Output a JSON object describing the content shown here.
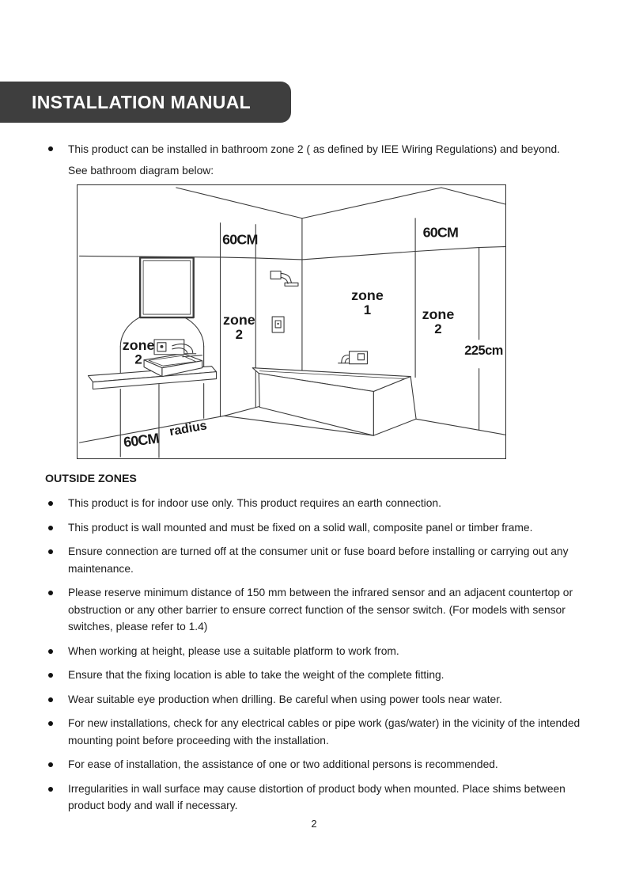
{
  "header": {
    "title": "INSTALLATION MANUAL"
  },
  "intro": {
    "bullets": [
      "This product can be installed in bathroom zone 2 ( as defined by IEE Wiring Regulations) and beyond. See bathroom diagram below:"
    ]
  },
  "diagram": {
    "labels": {
      "cm60_mid": "60CM",
      "cm60_right": "60CM",
      "cm60_floor": "60CM",
      "radius": "radius",
      "height": "225cm",
      "zone1_word": "zone",
      "zone1_num": "1",
      "zone2_shower_word": "zone",
      "zone2_shower_num": "2",
      "zone2_right_word": "zone",
      "zone2_right_num": "2",
      "zone2_basin_word": "zone",
      "zone2_basin_num": "2"
    }
  },
  "outside": {
    "heading": "OUTSIDE ZONES",
    "bullets": [
      "This product is for indoor use only. This product requires an earth connection.",
      "This product is wall mounted and must be fixed on a solid wall, composite panel or timber frame.",
      "Ensure connection are turned off at the consumer unit or fuse board before installing or carrying out any maintenance.",
      "Please reserve minimum distance of 150 mm between the infrared sensor and an adjacent countertop or obstruction or any other barrier to ensure correct function of the sensor switch. (For models with sensor switches, please refer to 1.4)",
      "When working at height, please use a suitable platform to work from.",
      "Ensure that the fixing location is able to take the weight of the complete fitting.",
      "Wear suitable eye production when drilling. Be careful when using power tools near water.",
      "For new installations, check for any electrical cables or pipe work (gas/water) in the vicinity of the intended mounting point before proceeding with the installation.",
      "For ease of installation, the assistance of one or two additional persons is recommended.",
      "Irregularities in wall surface may cause distortion of product body when mounted. Place shims between product body and wall if necessary."
    ]
  },
  "footer": {
    "page_number": "2"
  }
}
